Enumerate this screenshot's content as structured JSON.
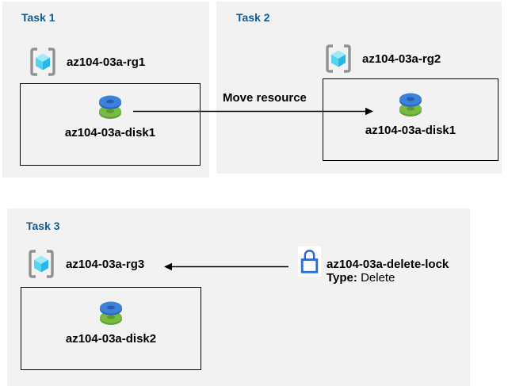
{
  "diagram": {
    "tasks": [
      {
        "title": "Task 1",
        "resource_group": "az104-03a-rg1",
        "resource": "az104-03a-disk1"
      },
      {
        "title": "Task 2",
        "resource_group": "az104-03a-rg2",
        "resource": "az104-03a-disk1"
      },
      {
        "title": "Task 3",
        "resource_group": "az104-03a-rg3",
        "resource": "az104-03a-disk2"
      }
    ],
    "annotations": {
      "move_resource_label": "Move resource",
      "delete_lock": {
        "name": "az104-03a-delete-lock",
        "type_label": "Type:",
        "type_value": "Delete"
      }
    },
    "icons": {
      "resource_group": "resource-group-icon",
      "disk": "disk-icon",
      "lock": "lock-icon",
      "arrow_right": "arrow-right",
      "arrow_left": "arrow-left"
    },
    "colors": {
      "panel_bg": "#f2f2f2",
      "title_blue": "#125a93",
      "text_black": "#000000",
      "arrow_black": "#000000",
      "lock_blue": "#2f6bd7",
      "disk_blue_top": "#3c82d8",
      "disk_blue_side": "#2d66c0",
      "disk_green_top": "#7aba43",
      "disk_green_side": "#5f9f31",
      "cube_top": "#9feaf8",
      "cube_left": "#53d5f0",
      "cube_right": "#28b7e8",
      "bracket_gray": "#8f9294"
    }
  }
}
